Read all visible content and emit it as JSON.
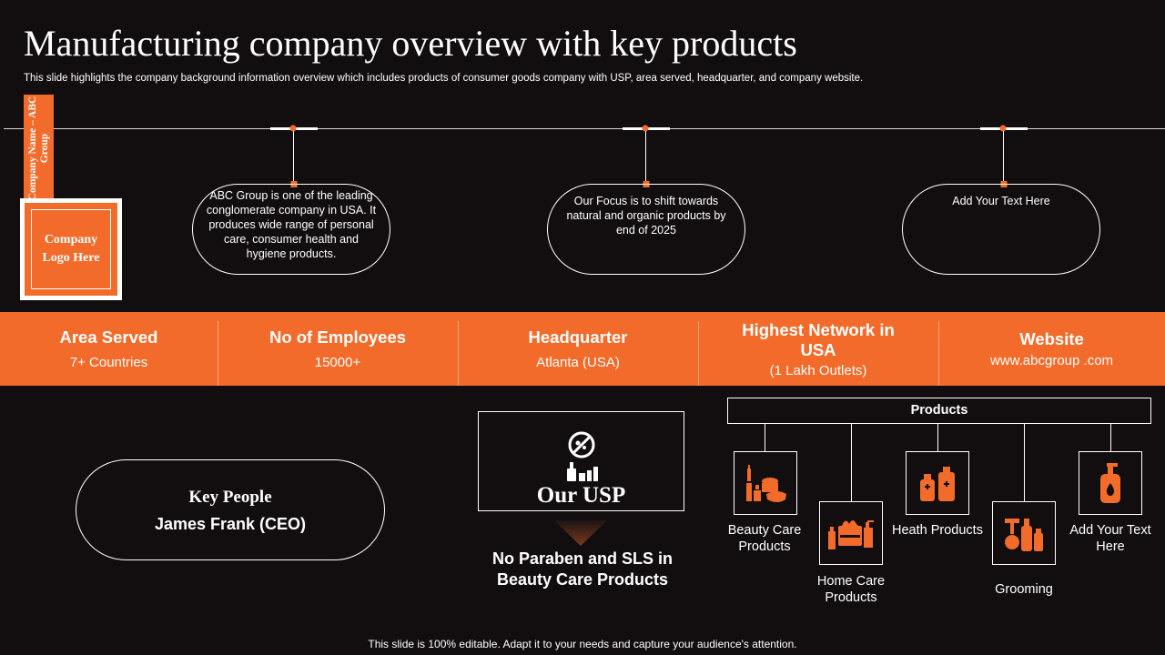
{
  "title": "Manufacturing company overview with key products",
  "subtitle": "This slide highlights the company background information overview which includes products of consumer goods company with USP, area served, headquarter, and company website.",
  "company": {
    "tab_label": "Company Name – ABC Group",
    "logo_label": "Company Logo Here"
  },
  "bubbles": [
    "ABC Group is one of the leading conglomerate company in USA. It produces wide range of personal care, consumer health and hygiene products.",
    "Our Focus is to shift towards natural and organic products by end of 2025",
    "Add Your Text Here"
  ],
  "stats": [
    {
      "label": "Area Served",
      "value": "7+ Countries"
    },
    {
      "label": "No of Employees",
      "value": "15000+"
    },
    {
      "label": "Headquarter",
      "value": "Atlanta (USA)"
    },
    {
      "label": "Highest Network in USA",
      "value": "(1 Lakh Outlets)"
    },
    {
      "label": "Website",
      "value": "www.abcgroup .com"
    }
  ],
  "key_people": {
    "title": "Key People",
    "name": "James Frank (CEO)"
  },
  "usp": {
    "label": "Our USP",
    "description": "No Paraben and SLS in Beauty Care Products",
    "icon": "no-paraben-products-icon"
  },
  "products": {
    "header": "Products",
    "items": [
      {
        "label": "Beauty Care Products",
        "icon": "beauty-care-icon"
      },
      {
        "label": "Home Care Products",
        "icon": "home-care-icon"
      },
      {
        "label": "Heath Products",
        "icon": "health-products-icon"
      },
      {
        "label": "Grooming",
        "icon": "grooming-icon"
      },
      {
        "label": "Add Your Text Here",
        "icon": "bottle-icon"
      }
    ]
  },
  "footer": "This slide is 100% editable. Adapt it to your needs and capture your audience's attention.",
  "colors": {
    "accent": "#f26b2a",
    "background": "#120e10",
    "text": "#ffffff"
  }
}
